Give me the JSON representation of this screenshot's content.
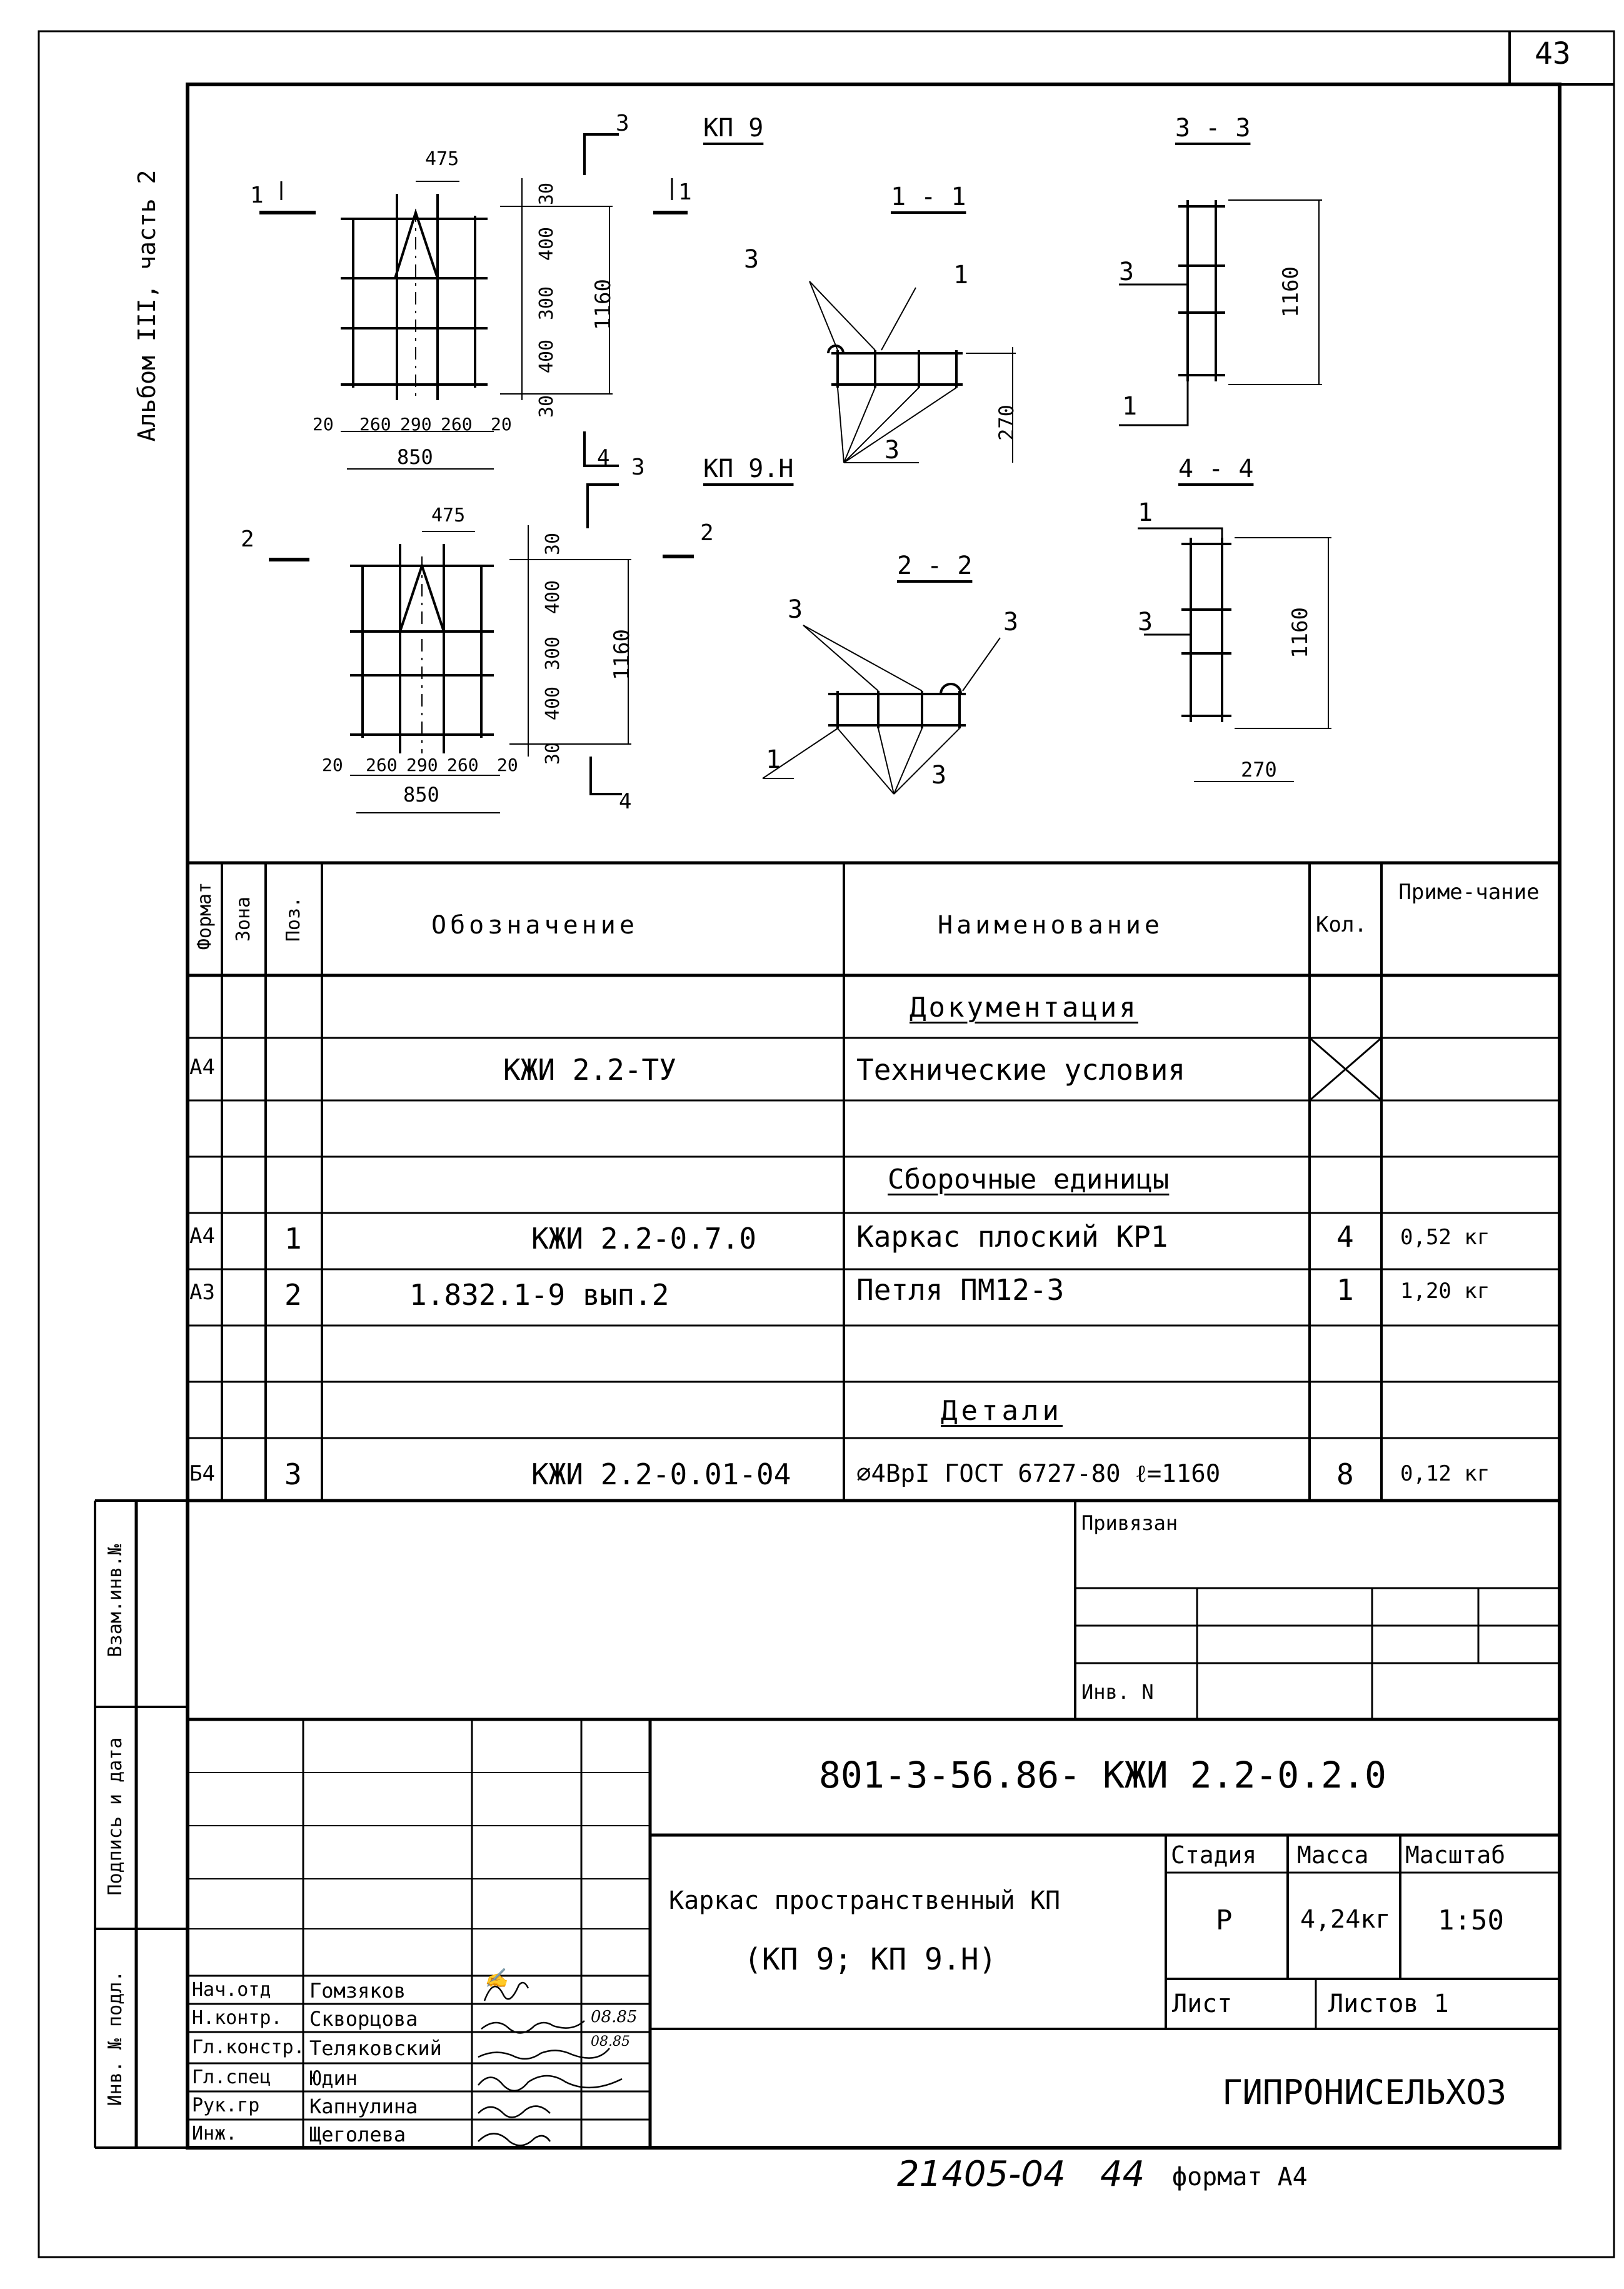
{
  "sheet": {
    "page_number": "43",
    "album_caption": "Альбом III, часть 2",
    "footer_number": "21405-04",
    "footer_sheet": "44",
    "footer_format": "формат А4"
  },
  "drawing": {
    "titles": {
      "kp9": "КП 9",
      "kp9n": "КП 9.Н",
      "s11": "1 - 1",
      "s22": "2 - 2",
      "s33": "3 - 3",
      "s44": "4 - 4"
    },
    "marks": {
      "one": "1",
      "two": "2",
      "three": "3",
      "four": "4"
    },
    "dims": {
      "w475": "475",
      "w850": "850",
      "w20": "20",
      "w260": "260",
      "w290": "290",
      "h30": "30",
      "h400": "400",
      "h300": "300",
      "h1160": "1160",
      "h270": "270"
    }
  },
  "spec": {
    "headers": {
      "format": "Формат",
      "zone": "Зона",
      "pos": "Поз.",
      "designation": "Обозначение",
      "name": "Наименование",
      "qty": "Кол.",
      "note": "Приме-чание"
    },
    "sections": {
      "docs": "Документация",
      "assemblies": "Сборочные единицы",
      "details": "Детали"
    },
    "rows": [
      {
        "format": "А4",
        "pos": "",
        "designation": "КЖИ 2.2-ТУ",
        "name": "Технические условия",
        "qty": "",
        "note": ""
      },
      {
        "format": "А4",
        "pos": "1",
        "designation": "КЖИ 2.2-0.7.0",
        "name": "Каркас плоский КР1",
        "qty": "4",
        "note": "0,52 кг"
      },
      {
        "format": "А3",
        "pos": "2",
        "designation": "1.832.1-9 вып.2",
        "name": "Петля ПМ12-3",
        "qty": "1",
        "note": "1,20 кг"
      },
      {
        "format": "Б4",
        "pos": "3",
        "designation": "КЖИ 2.2-0.01-04",
        "name": "⌀4ВрI ГОСТ 6727-80 ℓ=1160",
        "qty": "8",
        "note": "0,12 кг"
      }
    ]
  },
  "side_labels": {
    "vzam": "Взам.инв.№",
    "podp": "Подпись и дата",
    "inv": "Инв. № подл."
  },
  "binding": {
    "privyazan": "Привязан",
    "inv_n": "Инв. N"
  },
  "title_block": {
    "doc_code": "801-3-56.86- КЖИ 2.2-0.2.0",
    "name_line1": "Каркас пространственный КП",
    "name_line2": "(КП 9; КП 9.Н)",
    "stage_label": "Стадия",
    "stage_value": "Р",
    "mass_label": "Масса",
    "mass_value": "4,24кг",
    "scale_label": "Масштаб",
    "scale_value": "1:50",
    "sheet_label": "Лист",
    "sheets_label": "Листов 1",
    "organization": "ГИПРОНИСЕЛЬХОЗ",
    "people": [
      {
        "role": "Нач.отд",
        "name": "Гомзяков",
        "date": ""
      },
      {
        "role": "Н.контр.",
        "name": "Скворцова",
        "date": "08.85"
      },
      {
        "role": "Гл.констр.",
        "name": "Теляковский",
        "date": "08.85"
      },
      {
        "role": "Гл.спец",
        "name": "Юдин",
        "date": ""
      },
      {
        "role": "Рук.гр",
        "name": "Капнулина",
        "date": ""
      },
      {
        "role": "Инж.",
        "name": "Щеголева",
        "date": ""
      }
    ]
  }
}
